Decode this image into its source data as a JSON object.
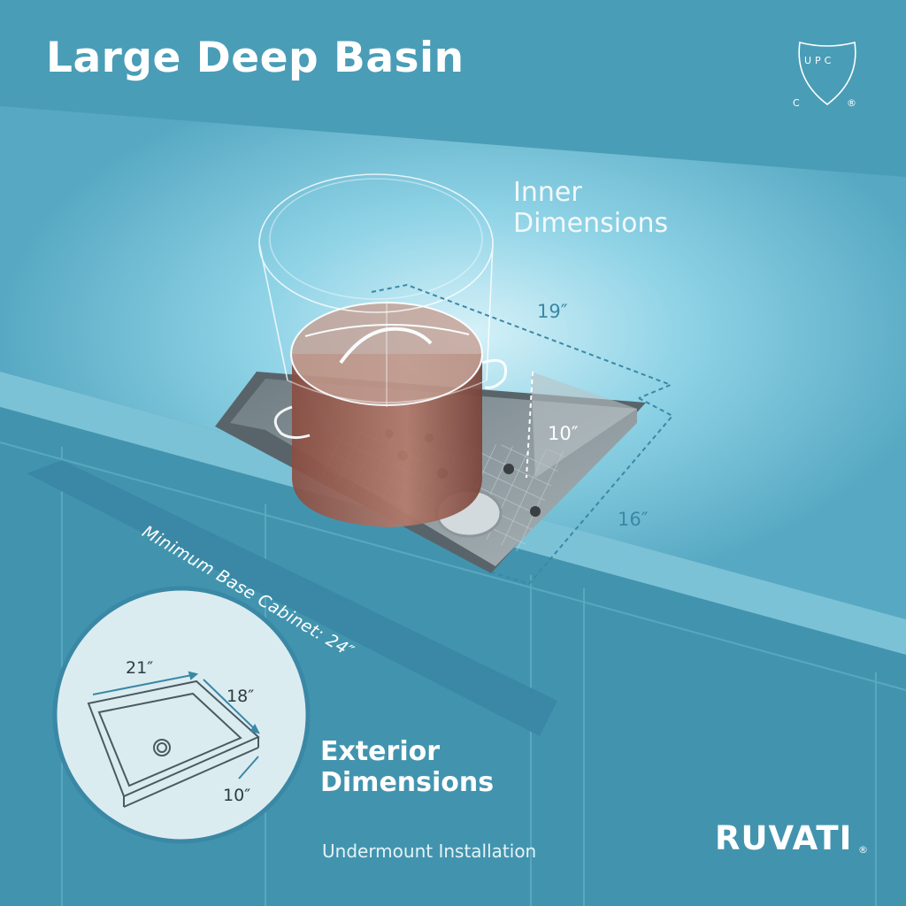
{
  "title": "Large Deep Basin",
  "certification": {
    "mark": "UPC",
    "left": "C",
    "right": "®",
    "icon": "upc-shield-icon"
  },
  "inner_dimensions": {
    "heading_line1": "Inner",
    "heading_line2": "Dimensions",
    "width": "19″",
    "depth": "10″",
    "length": "16″"
  },
  "cabinet_banner": "Minimum Base Cabinet: 24″",
  "exterior_dimensions": {
    "heading_line1": "Exterior",
    "heading_line2": "Dimensions",
    "width": "21″",
    "length": "18″",
    "depth": "10″"
  },
  "installation": "Undermount Installation",
  "brand": {
    "name": "RUVATI",
    "mark": "®"
  },
  "colors": {
    "background": "#3b8ea8",
    "counter": "#8fd3e6",
    "accent": "#3a88a5",
    "pot": "#9a5f52"
  }
}
